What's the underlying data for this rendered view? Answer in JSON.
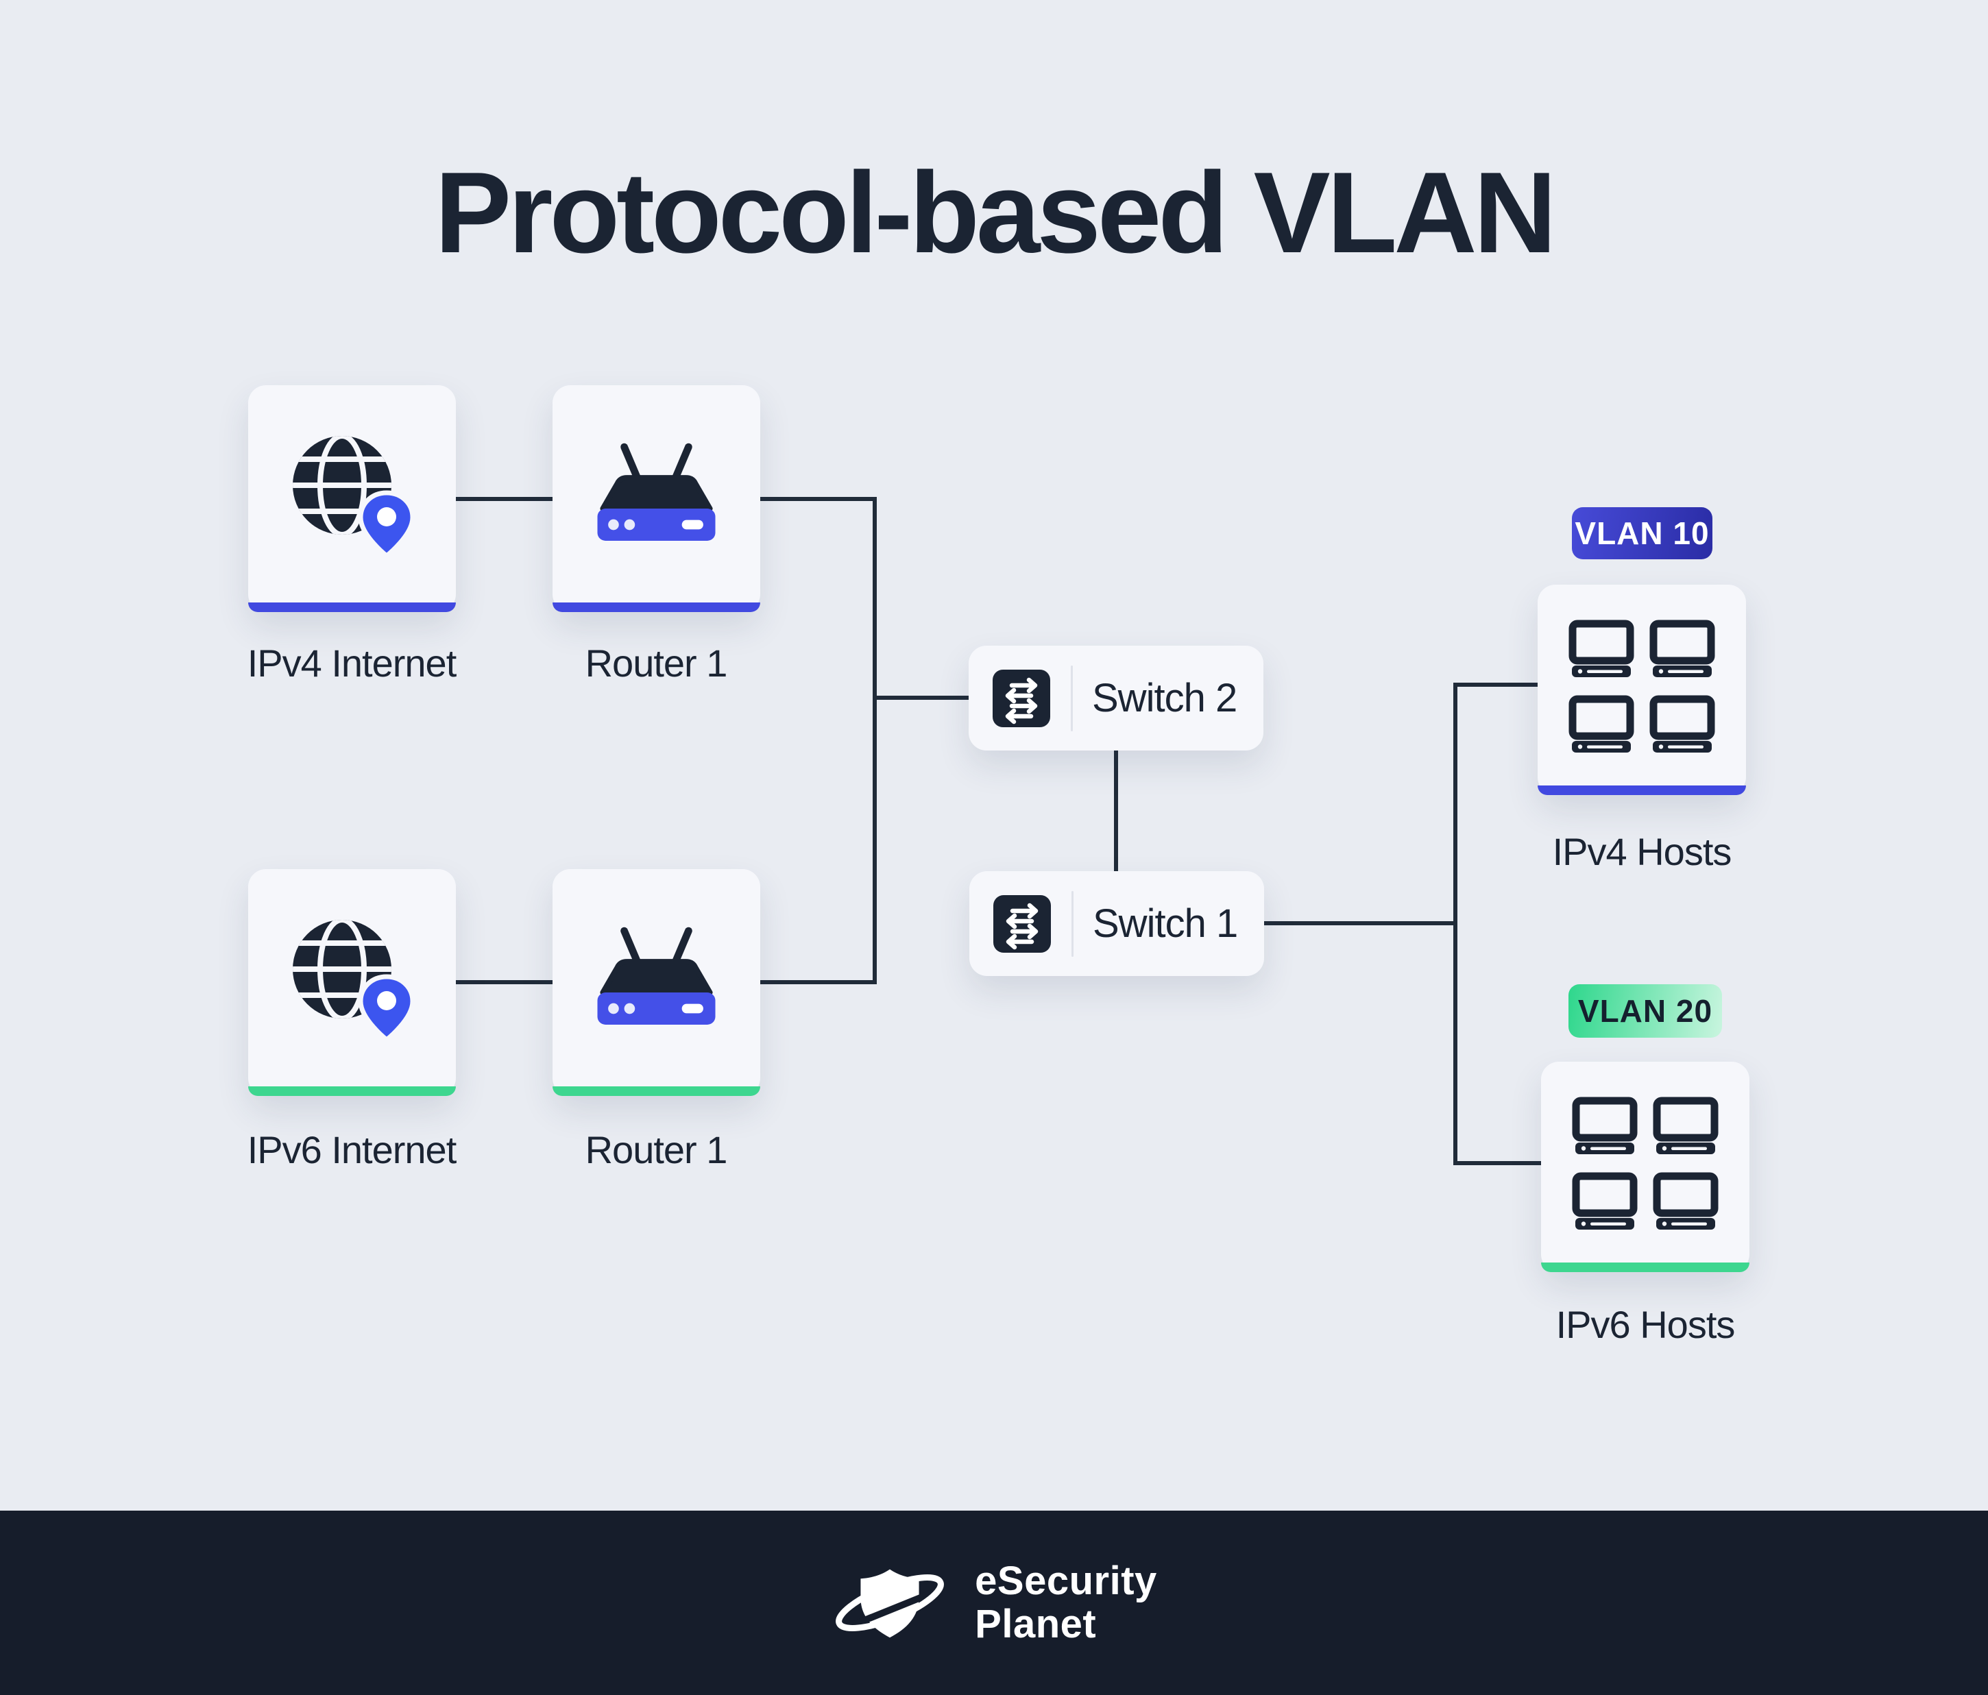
{
  "title": "Protocol-based VLAN",
  "nodes": {
    "ipv4_internet": {
      "label": "IPv4 Internet",
      "accent_color": "#4149e0"
    },
    "router1_top": {
      "label": "Router 1",
      "accent_color": "#4149e0"
    },
    "ipv6_internet": {
      "label": "IPv6 Internet",
      "accent_color": "#3dd68f"
    },
    "router1_bottom": {
      "label": "Router 1",
      "accent_color": "#3dd68f"
    },
    "switch2": {
      "label": "Switch 2"
    },
    "switch1": {
      "label": "Switch 1"
    },
    "ipv4_hosts": {
      "badge": "VLAN 10",
      "label": "IPv4 Hosts",
      "badge_gradient": [
        "#474bd8",
        "#2a2ca5"
      ],
      "accent_color": "#4149e0"
    },
    "ipv6_hosts": {
      "badge": "VLAN 20",
      "label": "IPv6 Hosts",
      "badge_gradient": [
        "#2ed78c",
        "#c9f5df"
      ],
      "accent_color": "#3dd68f"
    }
  },
  "icons": {
    "ipv4_internet": "globe-location-pin-icon",
    "ipv6_internet": "globe-location-pin-icon",
    "router": "wireless-router-icon",
    "switch": "data-transfer-arrows-icon",
    "hosts": "desktop-computer-icon",
    "footer": "shield-orbit-icon"
  },
  "colors": {
    "background": "#e9ecf2",
    "card": "#f6f7fb",
    "dark_navy": "#1b2433",
    "connector_line": "#202b39",
    "blue_accent": "#4149e0",
    "router_base_blue": "#4450e8",
    "pin_blue": "#3c55ef",
    "green_accent": "#3dd68f",
    "footer_background": "#161d2b"
  },
  "footer": {
    "brand_line1": "eSecurity",
    "brand_line2": "Planet"
  }
}
